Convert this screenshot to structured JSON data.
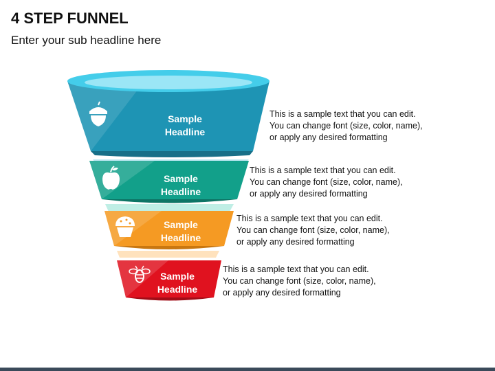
{
  "title": "4 STEP FUNNEL",
  "subtitle": "Enter your sub headline here",
  "steps": [
    {
      "headline_line1": "Sample",
      "headline_line2": "Headline",
      "icon": "acorn-icon",
      "color": "#1e94b4",
      "desc_line1": "This is a sample text that you can edit.",
      "desc_line2": "You can change font (size, color, name),",
      "desc_line3": "or apply any desired formatting"
    },
    {
      "headline_line1": "Sample",
      "headline_line2": "Headline",
      "icon": "apple-icon",
      "color": "#12a08a",
      "desc_line1": "This is a sample text that you can edit.",
      "desc_line2": "You can change font (size, color, name),",
      "desc_line3": "or apply any desired formatting"
    },
    {
      "headline_line1": "Sample",
      "headline_line2": "Headline",
      "icon": "cupcake-icon",
      "color": "#f59a23",
      "desc_line1": "This is a sample text that you can edit.",
      "desc_line2": "You can change font (size, color, name),",
      "desc_line3": "or apply any desired formatting"
    },
    {
      "headline_line1": "Sample",
      "headline_line2": "Headline",
      "icon": "bee-icon",
      "color": "#e0121f",
      "desc_line1": "This is a sample text that you can edit.",
      "desc_line2": "You can change font (size, color, name),",
      "desc_line3": "or apply any desired formatting"
    }
  ]
}
